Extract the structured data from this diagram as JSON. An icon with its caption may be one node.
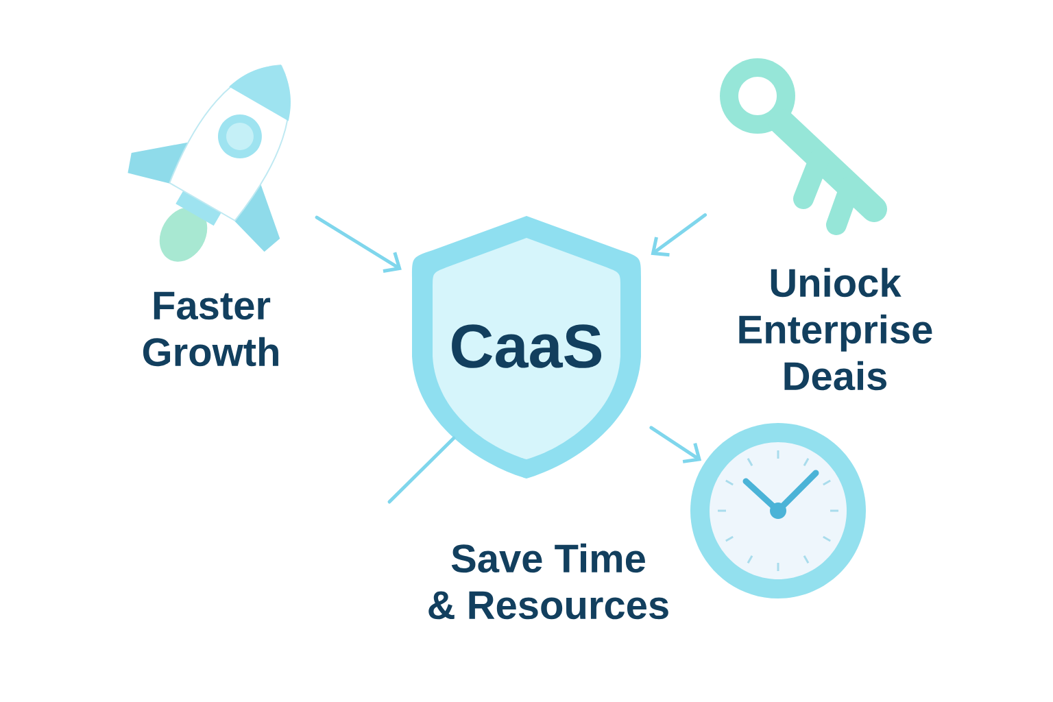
{
  "diagram": {
    "nodes": [
      {
        "text": [],
        "shape": "picture",
        "beside": [
          "Faster Growth"
        ]
      },
      {
        "text": [],
        "shape": "picture",
        "beside": [
          "Uniock Enterprise Deais"
        ]
      },
      {
        "text": [
          "CaaS"
        ]
      },
      {
        "text": [],
        "shape": "picture",
        "beside": [
          "Save Time & Resources"
        ]
      }
    ],
    "edges": [
      {
        "from": 0,
        "to": 2,
        "arrow": "to"
      },
      {
        "from": 1,
        "to": 2,
        "arrow": "to"
      },
      {
        "from": 2,
        "to": 3,
        "arrow": "to"
      },
      {
        "from": 2,
        "to": null,
        "arrow": "none"
      }
    ]
  }
}
